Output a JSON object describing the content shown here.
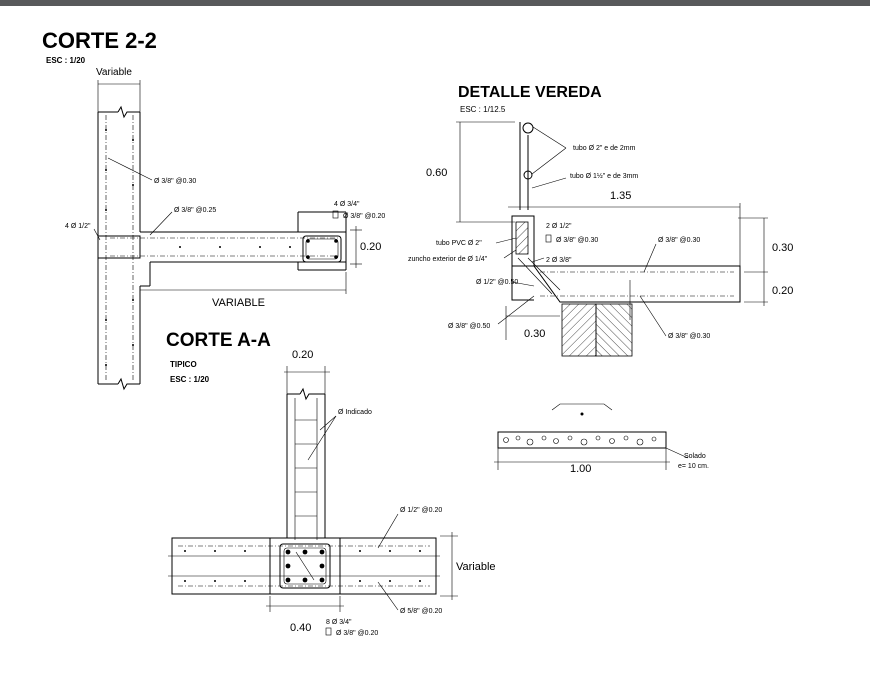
{
  "corte22": {
    "title": "CORTE  2-2",
    "scale": "ESC : 1/20",
    "variable_top": "Variable",
    "bar_col": "Ø 3/8\" @0.30",
    "bar_slab": "Ø 3/8\" @0.25",
    "bars_left": "4 Ø 1/2\"",
    "bars_beam": "4 Ø 3/4\"",
    "stirrup_beam": "Ø 3/8\" @0.20",
    "dim_020": "0.20",
    "variable_bottom": "VARIABLE"
  },
  "corteAA": {
    "title": "CORTE  A-A",
    "subtitle": "TIPICO",
    "scale": "ESC :  1/20",
    "dim_top": "0.20",
    "indicado": "Ø Indicado",
    "bar_top": "Ø 1/2\" @0.20",
    "variable": "Variable",
    "bar_bottom": "Ø 5/8\" @0.20",
    "bars_col": "8 Ø 3/4\"",
    "stirrup": "Ø 3/8\" @0.20",
    "dim_bottom": "0.40"
  },
  "vereda": {
    "title": "DETALLE VEREDA",
    "scale": "ESC  : 1/12.5",
    "tubo1": "tubo Ø 2\" e de 2mm",
    "tubo2": "tubo Ø 1½\" e de 3mm",
    "dim_060": "0.60",
    "dim_135": "1.35",
    "bars_2_12": "2 Ø 1/2\"",
    "stirrup_030": "Ø 3/8\" @0.30",
    "tubo_pvc": "tubo PVC Ø 2\"",
    "zuncho": "zuncho exterior de Ø 1/4\"",
    "bars_2_38": "2 Ø 3/8\"",
    "bar_right": "Ø 3/8\" @0.30",
    "dim_030_right": "0.30",
    "dim_020_right": "0.20",
    "bar_12_050": "Ø 1/2\" @0.50",
    "bar_38_050": "Ø 3/8\" @0.50",
    "dim_030_bottom": "0.30",
    "bar_38_030_b": "Ø 3/8\" @0.30"
  },
  "solado": {
    "label": "Solado",
    "thickness": "e= 10 cm.",
    "dim_100": "1.00"
  }
}
